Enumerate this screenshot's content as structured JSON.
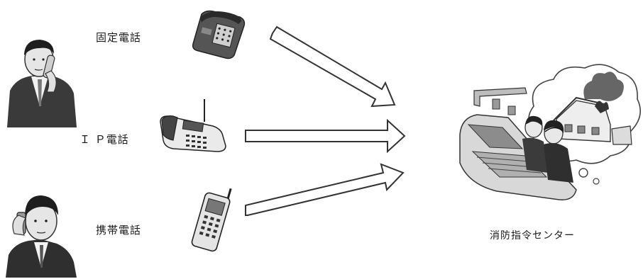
{
  "diagram": {
    "sources": [
      {
        "label": "固定電話",
        "icon": "desk-phone-icon"
      },
      {
        "label": "Ｉ Ｐ電話",
        "icon": "ip-phone-icon"
      },
      {
        "label": "携帯電話",
        "icon": "mobile-phone-icon"
      }
    ],
    "people": [
      {
        "icon": "businessman-on-phone-icon"
      },
      {
        "icon": "man-on-mobile-phone-icon"
      }
    ],
    "target": {
      "label": "消防指令センター",
      "icon": "fire-dispatch-center-icon"
    },
    "arrows": [
      "arrow-right-icon",
      "arrow-right-icon",
      "arrow-right-icon"
    ]
  }
}
